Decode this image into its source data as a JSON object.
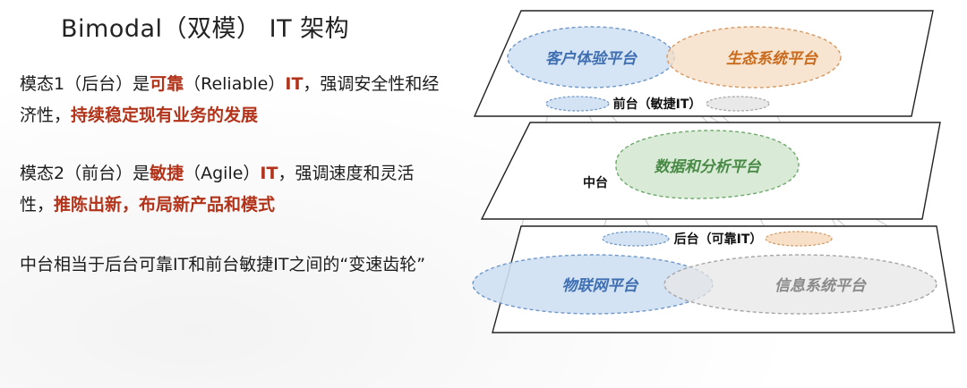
{
  "slide": {
    "title": "Bimodal（双模） IT 架构",
    "paragraphs": [
      {
        "segments": [
          {
            "text": "模态1（后台）是",
            "highlight": false
          },
          {
            "text": "可靠",
            "highlight": true
          },
          {
            "text": "（Reliable）",
            "highlight": false
          },
          {
            "text": "IT",
            "highlight": true
          },
          {
            "text": "，强调安全性和经济性，",
            "highlight": false
          },
          {
            "text": "持续稳定现有业务的发展",
            "highlight": true
          }
        ]
      },
      {
        "segments": [
          {
            "text": "模态2（前台）是",
            "highlight": false
          },
          {
            "text": "敏捷",
            "highlight": true
          },
          {
            "text": "（Agile）",
            "highlight": false
          },
          {
            "text": "IT",
            "highlight": true
          },
          {
            "text": "，强调速度和灵活性，",
            "highlight": false
          },
          {
            "text": "推陈出新，布局新产品和模式",
            "highlight": true
          }
        ]
      },
      {
        "segments": [
          {
            "text": "中台相当于后台可靠IT和前台敏捷IT之间的“变速齿轮”",
            "highlight": false
          }
        ]
      }
    ]
  },
  "diagram": {
    "layers": {
      "top": {
        "label": "前台（敏捷IT）",
        "platforms": [
          "客户体验平台",
          "生态系统平台"
        ]
      },
      "middle": {
        "label": "中台",
        "platforms": [
          "数据和分析平台"
        ]
      },
      "bottom": {
        "label": "后台（可靠IT）",
        "platforms": [
          "物联网平台",
          "信息系统平台"
        ]
      }
    },
    "colors": {
      "blue": "#cfe0f3",
      "blue_stroke": "#6f97c8",
      "blue_text": "#3f6fb2",
      "orange": "#f6dcc2",
      "orange_stroke": "#d49a66",
      "orange_text": "#c96a1c",
      "green": "#d5e9d3",
      "green_stroke": "#6fa86b",
      "green_text": "#4a8a47",
      "gray": "#e7e7e7",
      "gray_stroke": "#a6a6a6",
      "gray_text": "#8a8a8a",
      "highlight_text": "#b2331a"
    }
  }
}
